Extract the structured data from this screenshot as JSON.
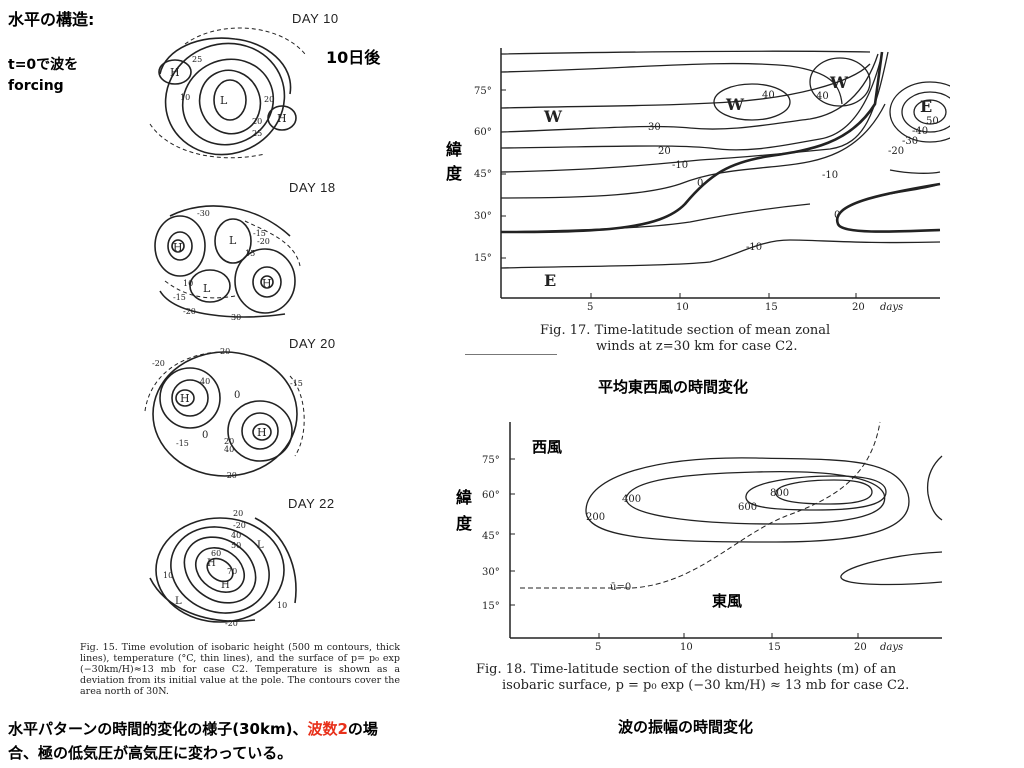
{
  "left": {
    "title": "水平の構造:",
    "note_line1": "t=0で波を",
    "note_line2": "forcing",
    "after10": "10日後",
    "day_labels": [
      "DAY 10",
      "DAY 18",
      "DAY 20",
      "DAY 22"
    ],
    "fig15_caption": "Fig. 15. Time evolution of isobaric height (500 m contours, thick lines), temperature (°C, thin lines), and the surface of p= p₀ exp (−30km/H)≈13 mb for case C2. Temperature is shown as a deviation from its initial value at the pole. The contours cover the area north of 30N.",
    "bottom_prefix": "水平パターンの時間的変化の様子(30km)、",
    "bottom_red": "波数2",
    "bottom_suffix": "の場",
    "bottom_line2": "合、極の低気圧が高気圧に変わっている。",
    "day10_labels": [
      "H",
      "L",
      "H",
      "25",
      "10",
      "20",
      "20",
      "25"
    ],
    "day18_labels": [
      "-30",
      "-15",
      "H",
      "L",
      "H",
      "L",
      "10",
      "-15",
      "-20",
      "30",
      "-20",
      "15"
    ],
    "day20_labels": [
      "20",
      "-20",
      "40",
      "H",
      "H",
      "0",
      "0",
      "-15",
      "20",
      "40",
      "-20",
      "-15"
    ],
    "day22_labels": [
      "20",
      "-20",
      "40",
      "50",
      "60",
      "70",
      "H",
      "H",
      "L",
      "L",
      "10",
      "10",
      "-20"
    ]
  },
  "fig17": {
    "latitude_label": "緯\n度",
    "lat_char1": "緯",
    "lat_char2": "度",
    "y_ticks": [
      "75°",
      "60°",
      "45°",
      "30°",
      "15°"
    ],
    "x_ticks": [
      "5",
      "10",
      "15",
      "20"
    ],
    "x_unit": "days",
    "contour_labels": [
      "40",
      "40",
      "30",
      "20",
      "-10",
      "0",
      "-10",
      "-10",
      "0",
      "50",
      "-40",
      "-30",
      "-20"
    ],
    "region_labels": [
      "W",
      "W",
      "W",
      "E",
      "E"
    ],
    "caption_line1": "Fig. 17. Time-latitude section of mean zonal",
    "caption_line2": "winds at z=30 km for case C2.",
    "subtitle": "平均東西風の時間変化"
  },
  "fig18": {
    "lat_char1": "緯",
    "lat_char2": "度",
    "y_ticks": [
      "75°",
      "60°",
      "45°",
      "30°",
      "15°"
    ],
    "x_ticks": [
      "5",
      "10",
      "15",
      "20"
    ],
    "x_unit": "days",
    "contour_labels": [
      "400",
      "200",
      "800",
      "600"
    ],
    "ubar_label": "ū=0",
    "westerly": "西風",
    "easterly": "東風",
    "caption_line1": "Fig. 18. Time-latitude section of the disturbed heights (m) of an",
    "caption_line2": "isobaric surface, p = p₀ exp (−30 km/H) ≈ 13 mb for case C2.",
    "subtitle": "波の振幅の時間変化"
  }
}
